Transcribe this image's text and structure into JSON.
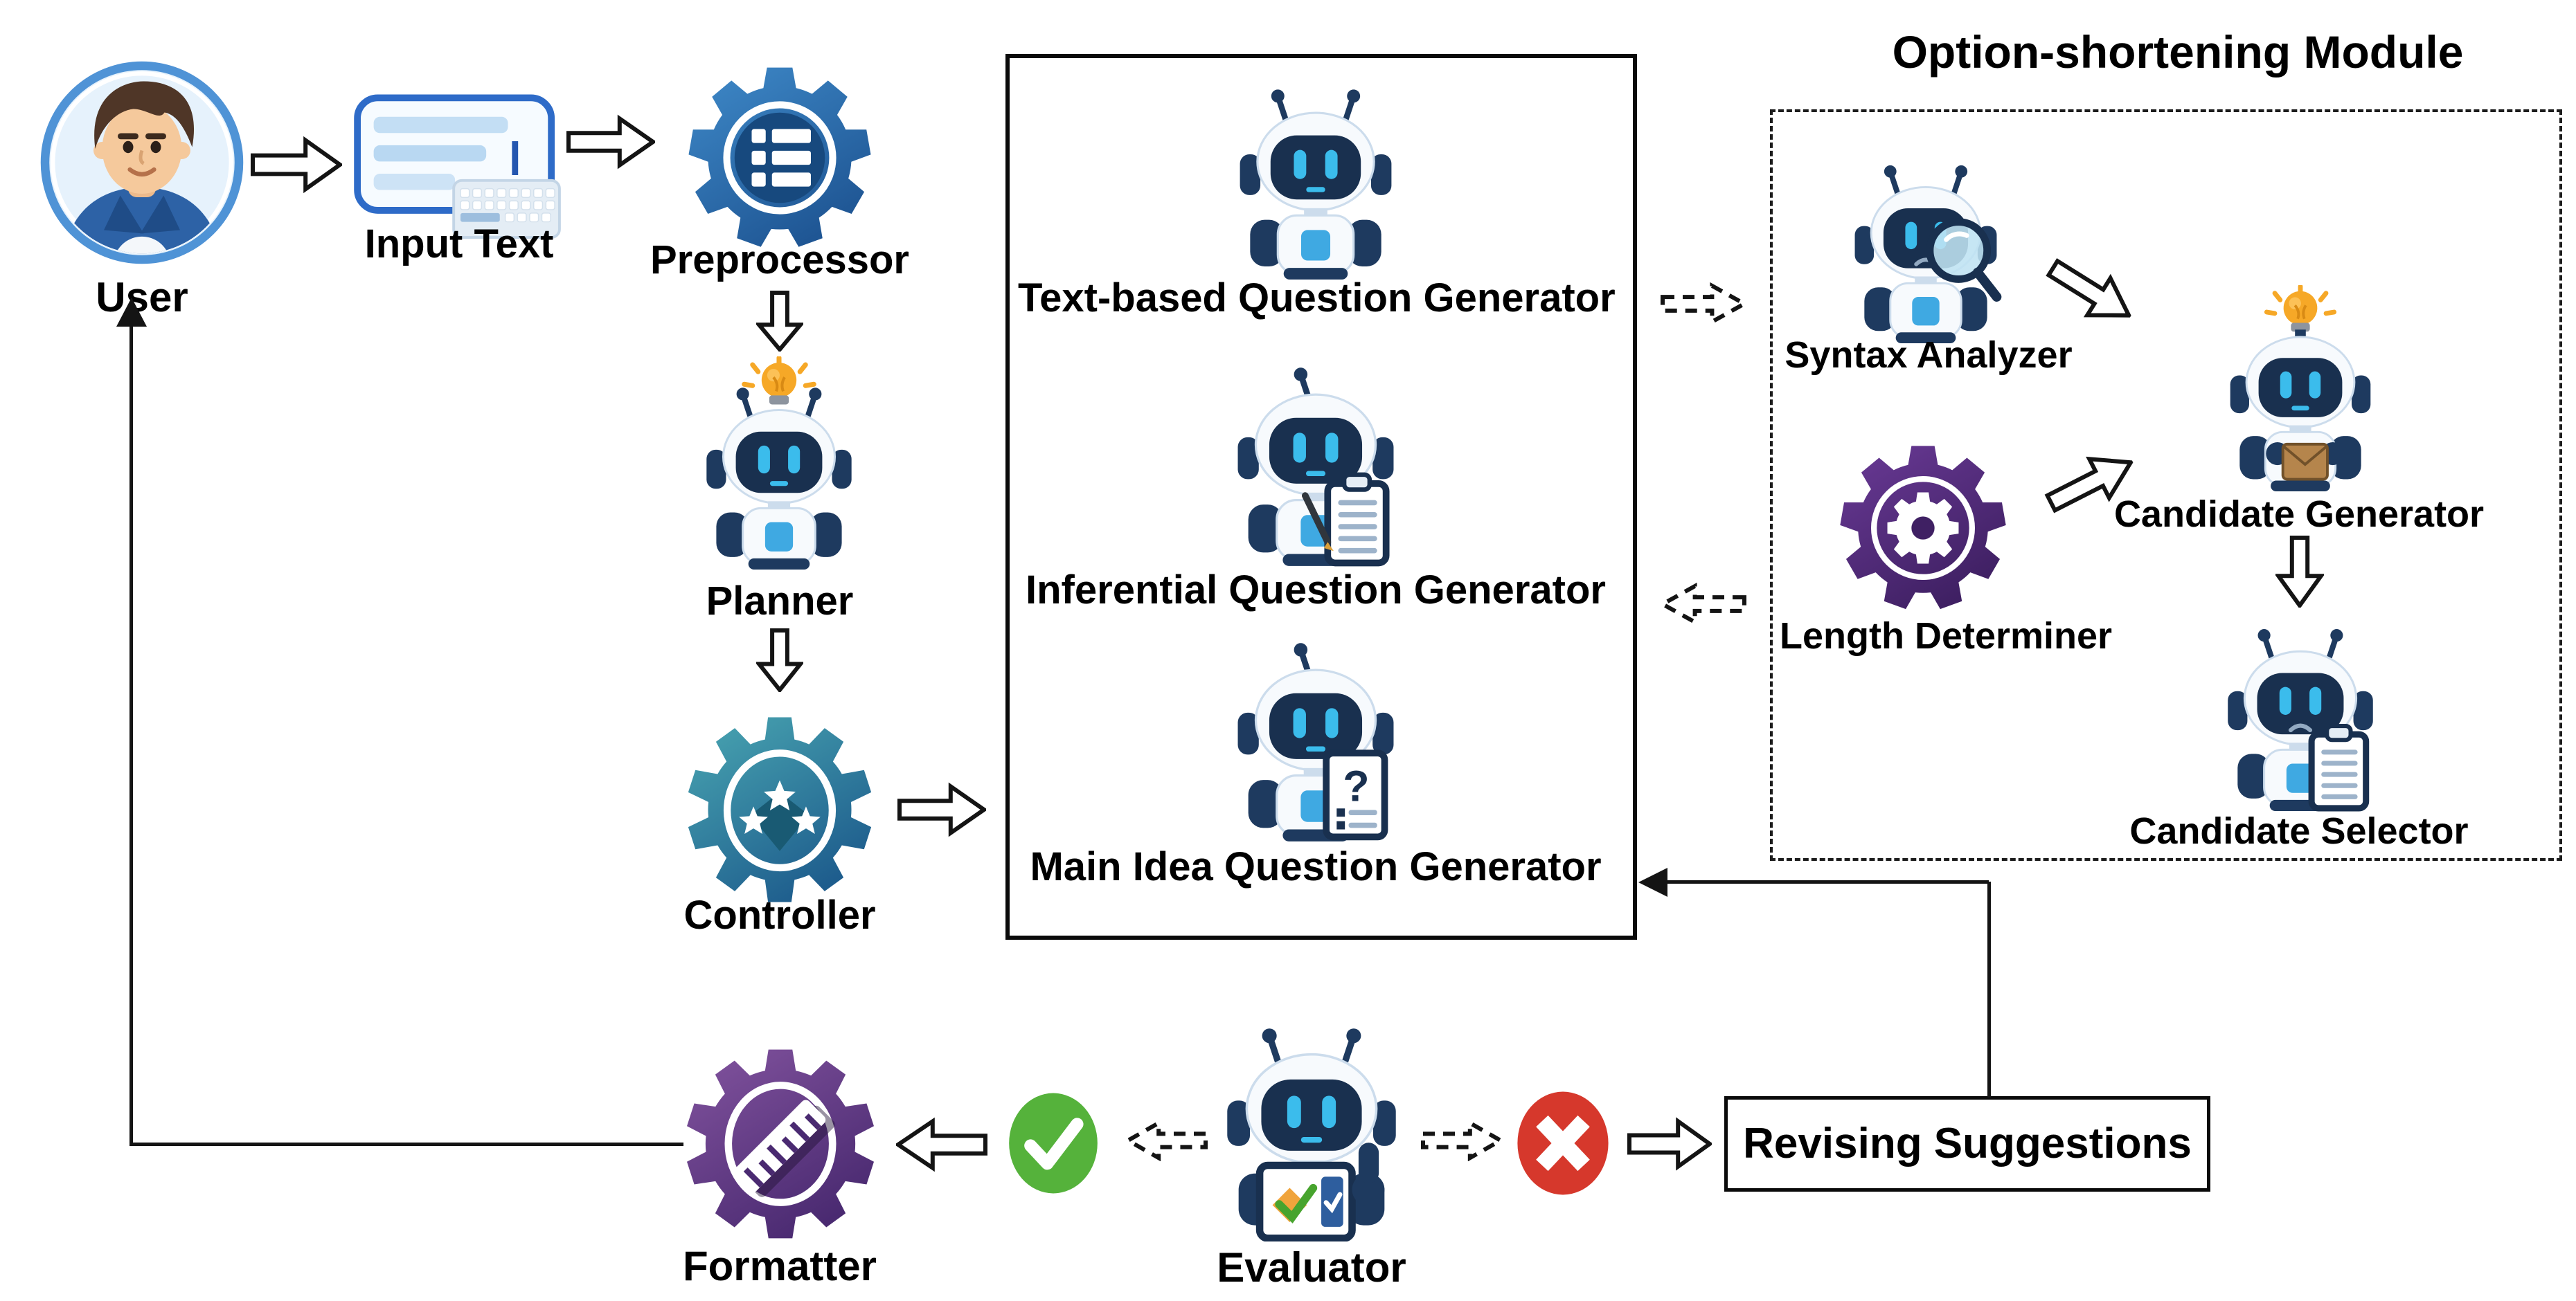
{
  "title": "Multi-agent question generation pipeline diagram",
  "labels": {
    "user": "User",
    "input_text": "Input Text",
    "preprocessor": "Preprocessor",
    "planner": "Planner",
    "controller": "Controller",
    "text_based": "Text-based Question Generator",
    "inferential": "Inferential Question Generator",
    "main_idea": "Main Idea Question Generator",
    "module_title": "Option-shortening Module",
    "syntax_analyzer": "Syntax Analyzer",
    "candidate_generator": "Candidate Generator",
    "length_determiner": "Length Determiner",
    "candidate_selector": "Candidate Selector",
    "formatter": "Formatter",
    "evaluator": "Evaluator",
    "revising": "Revising Suggestions"
  },
  "icons": {
    "user-avatar": "circular portrait of a man with brown hair and blue jacket",
    "input-text-icon": "text panel with lines, cursor and keyboard",
    "preprocessor-gear-icon": "blue gear with white list glyph",
    "planner-robot-icon": "robot with glowing lightbulb on head",
    "controller-gear-icon": "teal gear with three stars",
    "text-question-robot-icon": "plain friendly robot",
    "inferential-robot-icon": "robot holding clipboard and pen",
    "main-idea-robot-icon": "robot holding card with question mark",
    "syntax-analyzer-robot-icon": "robot with magnifying glass",
    "candidate-generator-robot-icon": "robot with lightbulb holding envelope",
    "length-determiner-gear-icon": "purple gear with inner gear glyph",
    "candidate-selector-robot-icon": "robot holding checklist",
    "formatter-gear-icon": "purple gear with white ruler",
    "evaluator-robot-icon": "robot thumb up holding evaluation board",
    "check-icon": "green circle with white checkmark",
    "cross-icon": "red circle with white X",
    "block-arrow-icon": "hollow black outline arrow",
    "dashed-arrow-icon": "dashed outline arrow"
  },
  "flow": [
    {
      "from": "user",
      "to": "input_text",
      "style": "solid-block-arrow"
    },
    {
      "from": "input_text",
      "to": "preprocessor",
      "style": "solid-block-arrow"
    },
    {
      "from": "preprocessor",
      "to": "planner",
      "style": "solid-block-arrow"
    },
    {
      "from": "planner",
      "to": "controller",
      "style": "solid-block-arrow"
    },
    {
      "from": "controller",
      "to": "generator_box",
      "style": "solid-block-arrow"
    },
    {
      "from": "generator_box",
      "to": "option_module",
      "style": "dashed-arrow-right"
    },
    {
      "from": "option_module",
      "to": "generator_box",
      "style": "dashed-arrow-left"
    },
    {
      "from": "syntax_analyzer",
      "to": "candidate_generator",
      "style": "solid-block-arrow"
    },
    {
      "from": "length_determiner",
      "to": "candidate_generator",
      "style": "solid-block-arrow"
    },
    {
      "from": "candidate_generator",
      "to": "candidate_selector",
      "style": "solid-block-arrow"
    },
    {
      "from": "evaluator",
      "to": "check",
      "style": "dashed-arrow-left"
    },
    {
      "from": "check",
      "to": "formatter",
      "style": "solid-block-arrow"
    },
    {
      "from": "formatter",
      "to": "user",
      "style": "solid-line-arrow"
    },
    {
      "from": "evaluator",
      "to": "cross",
      "style": "dashed-arrow-right"
    },
    {
      "from": "cross",
      "to": "revising",
      "style": "solid-block-arrow"
    },
    {
      "from": "revising",
      "to": "generator_box",
      "style": "solid-line-arrow"
    }
  ],
  "colors": {
    "line_black": "#141414",
    "robot_navy": "#1e3a5f",
    "robot_visor": "#19304f",
    "robot_eye_cyan": "#3bbcec",
    "robot_chest": "#3fa9e2",
    "robot_white": "#f7fafd",
    "robot_shade": "#ccdcec",
    "gear_blue_light": "#3f8ac9",
    "gear_blue_dark": "#1f5694",
    "gear_blue_core": "#17497e",
    "gear_teal_light": "#4aa7b2",
    "gear_teal_dark": "#1e5d8d",
    "teal_shield": "#195a73",
    "formatter_purple_light": "#83549f",
    "formatter_purple_dark": "#4a2a71",
    "length_purple_light": "#6a3a96",
    "length_purple_dark": "#3f2063",
    "bulb_yellow": "#f6a827",
    "bulb_light": "#fcc157",
    "bulb_base": "#8d949e",
    "check_green": "#55b23b",
    "cross_red": "#d6382c",
    "input_blue": "#2e6bc8",
    "input_bar1": "#c3def4",
    "input_bar2": "#b9d8f2",
    "input_bar3": "#cde3f6",
    "avatar_ring": "#4f93d6",
    "avatar_hair": "#4f3627",
    "avatar_skin": "#f5c99c",
    "avatar_jacket": "#2d62a6",
    "envelope_brown": "#b5854c",
    "envelope_line": "#71512a",
    "board_orange": "#f0a43c",
    "board_green": "#47a42e",
    "board_blue": "#2e5e9e"
  }
}
